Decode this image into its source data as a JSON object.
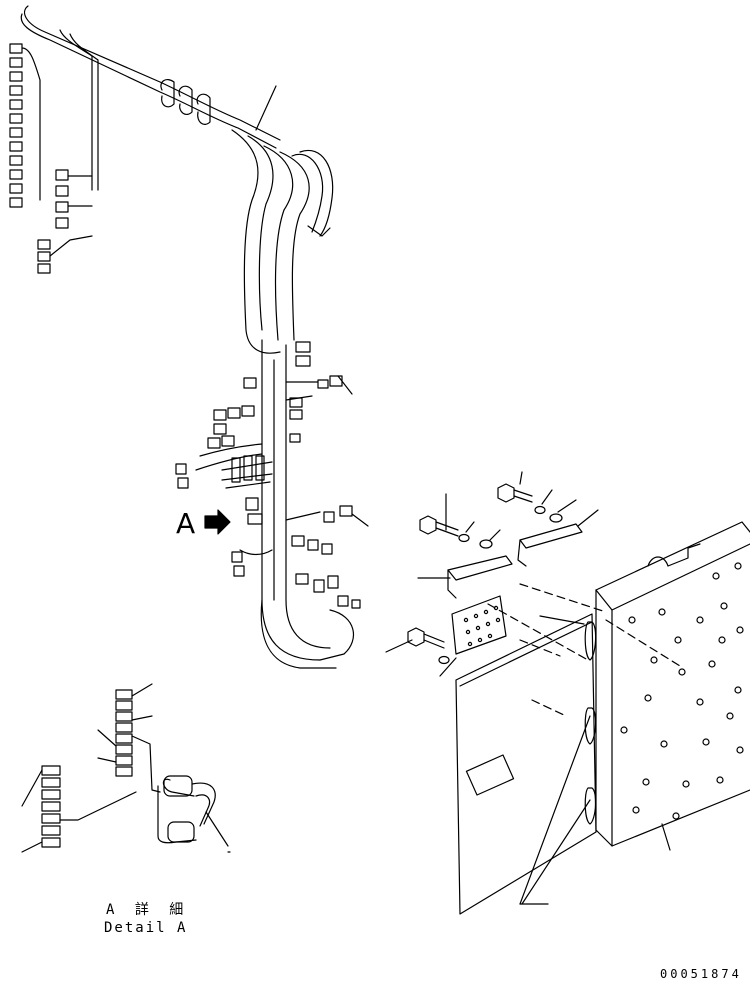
{
  "labels": {
    "view_marker": "A",
    "detail_title_ja": "A 詳 細",
    "detail_title_en": "Detail A",
    "drawing_number": "00051874"
  },
  "colors": {
    "line": "#000000",
    "background": "#ffffff"
  }
}
